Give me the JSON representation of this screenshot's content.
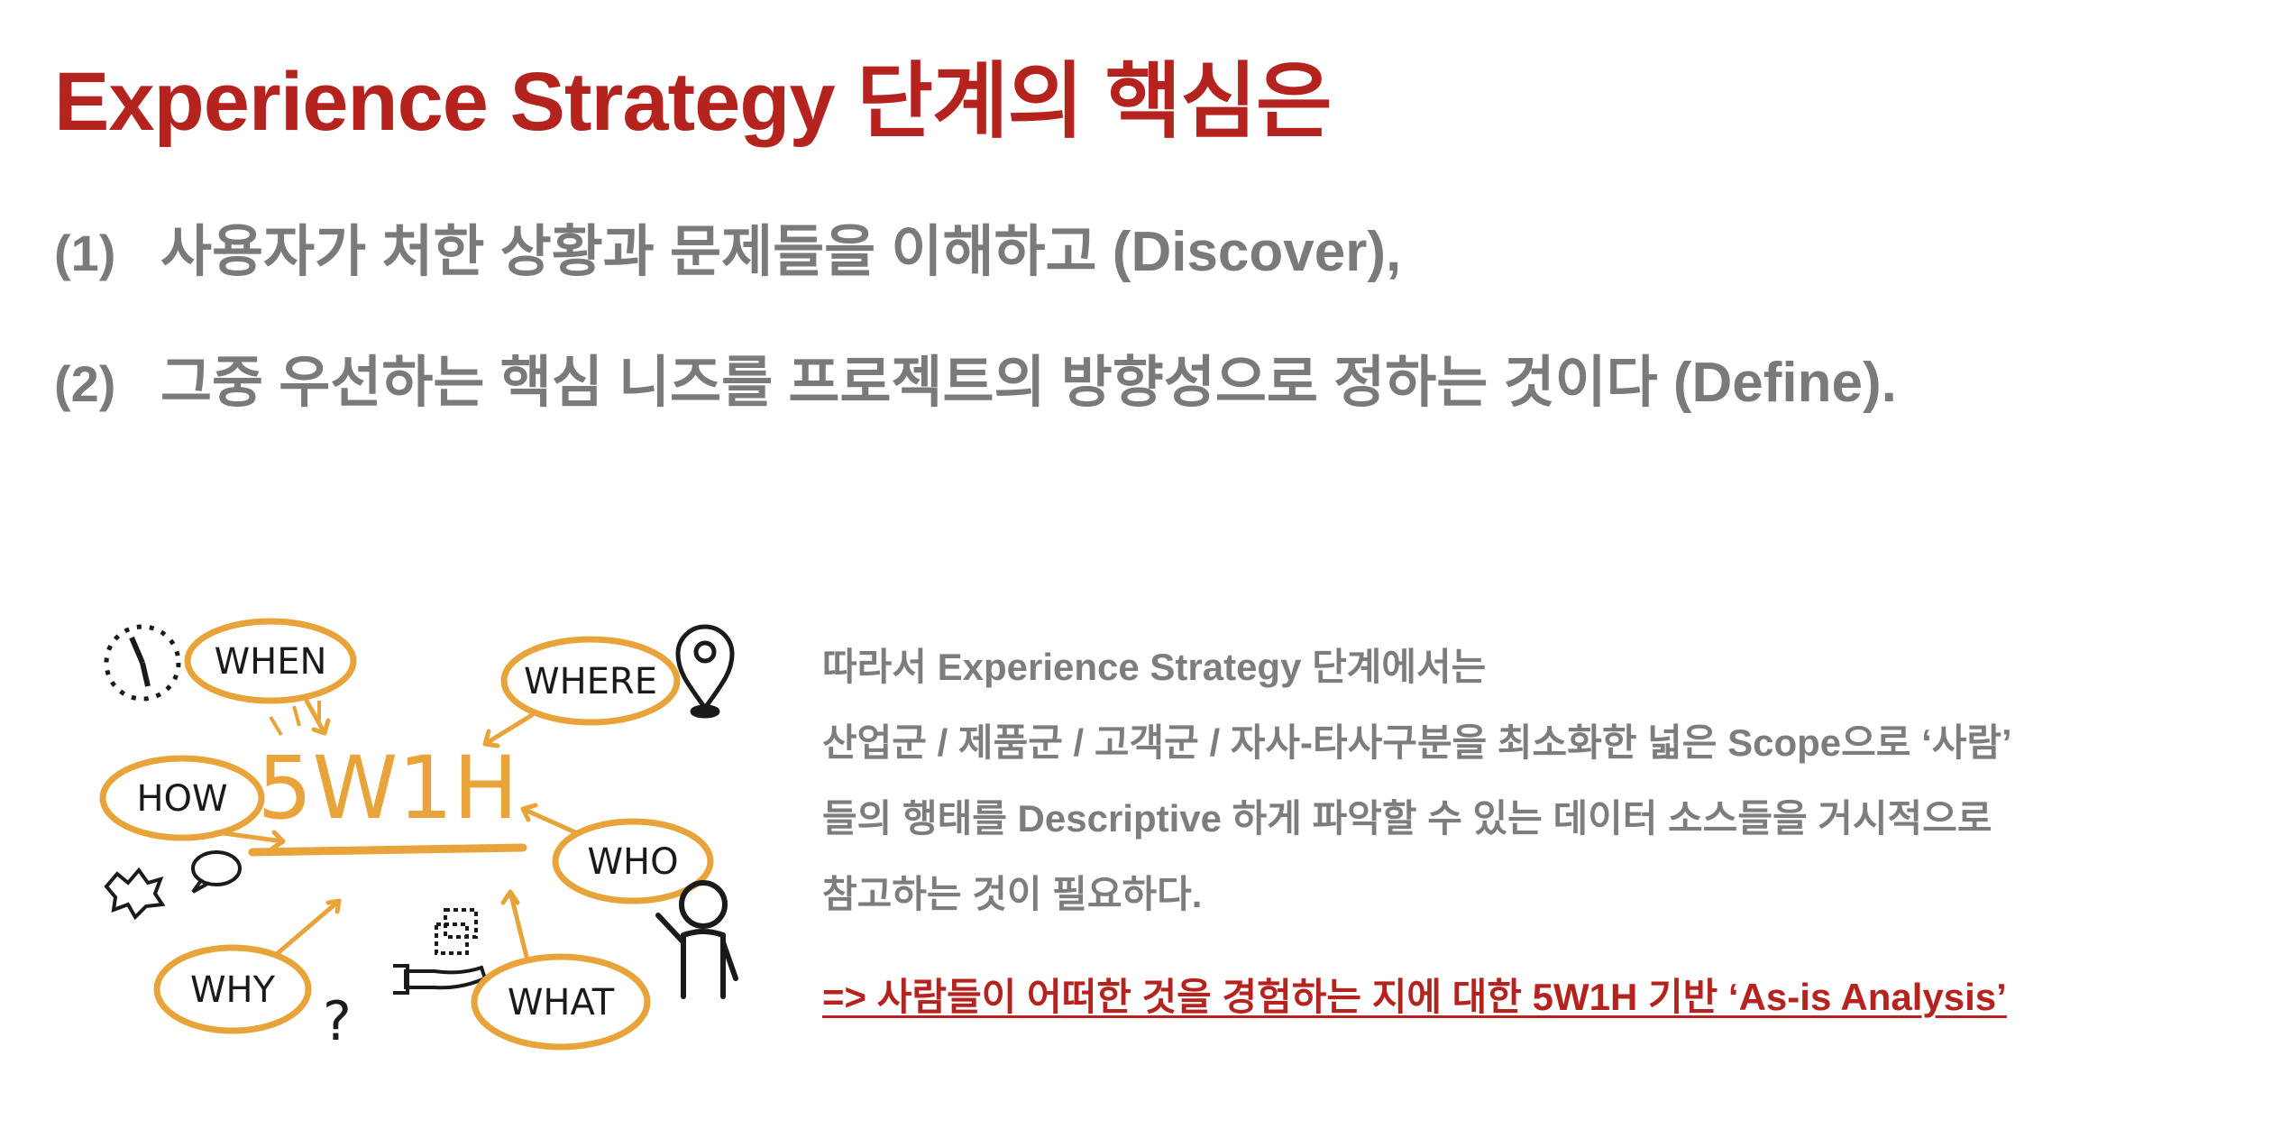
{
  "slide": {
    "title": "Experience Strategy 단계의 핵심은",
    "points": [
      {
        "num": "(1)",
        "text": "사용자가 처한 상황과 문제들을 이해하고 (Discover),"
      },
      {
        "num": "(2)",
        "text": "그중 우선하는 핵심 니즈를 프로젝트의 방향성으로 정하는 것이다 (Define)."
      }
    ],
    "body_lines": [
      "따라서 Experience Strategy 단계에서는",
      "산업군 / 제품군 / 고객군 / 자사-타사구분을 최소화한 넓은 Scope으로 ‘사람’",
      "들의 행태를 Descriptive 하게 파악할 수 있는 데이터 소스들을 거시적으로",
      "참고하는 것이 필요하다."
    ],
    "conclusion": "=> 사람들이 어떠한 것을 경험하는 지에 대한 5W1H 기반 ‘As-is Analysis’"
  },
  "illustration": {
    "center_label": "5W1H",
    "labels": {
      "when": "WHEN",
      "where": "WHERE",
      "how": "HOW",
      "who": "WHO",
      "why": "WHY",
      "what": "WHAT"
    },
    "question_mark": "?",
    "accent_color": "#e8a43a",
    "ink_color": "#1a1a1a",
    "icons": [
      "clock-icon",
      "location-pin-icon",
      "speech-bubbles-icon",
      "person-icon",
      "hand-with-box-icon"
    ]
  },
  "colors": {
    "title": "#b5231f",
    "text": "#7a7a7a",
    "accent": "#e8a43a"
  }
}
